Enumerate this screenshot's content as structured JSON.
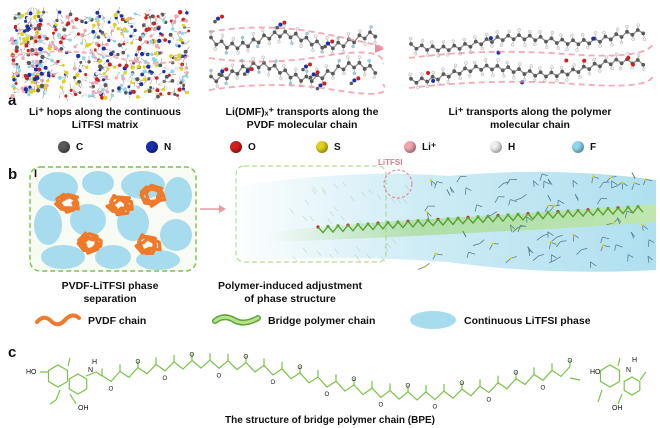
{
  "panels": {
    "a": "a",
    "b": "b",
    "c": "c"
  },
  "panel_a": {
    "captions": [
      [
        "Li⁺ hops along the continuous",
        "LiTFSI matrix"
      ],
      [
        "Li(DMF)ₓ⁺ transports along the",
        "PVDF molecular chain"
      ],
      [
        "Li⁺ transports along the polymer",
        "molecular chain"
      ]
    ],
    "legend": [
      {
        "label": "C",
        "color": "#5a5a5a"
      },
      {
        "label": "N",
        "color": "#1a2fb0"
      },
      {
        "label": "O",
        "color": "#d41e1e"
      },
      {
        "label": "S",
        "color": "#e3d21a"
      },
      {
        "label": "Li⁺",
        "color": "#f2a6b0"
      },
      {
        "label": "H",
        "color": "#eeeeee"
      },
      {
        "label": "F",
        "color": "#8fd8ea"
      }
    ]
  },
  "panel_b": {
    "inset_label": "I",
    "litfsi_label": "LiTFSI",
    "captions": [
      [
        "PVDF-LiTFSI phase",
        "separation"
      ],
      [
        "Polymer-induced adjustment",
        "of phase structure"
      ]
    ],
    "legend": {
      "pvdf": "PVDF chain",
      "bridge": "Bridge polymer chain",
      "litfsi": "Continuous LiTFSI phase"
    },
    "colors": {
      "pvdf": "#f07a2a",
      "bridge": "#7cc24a",
      "litfsi": "#a6dced",
      "dashed_border": "#7cc24a"
    }
  },
  "panel_c": {
    "caption": "The structure of bridge polymer chain (BPE)",
    "atom_labels": {
      "ho1": "HO",
      "oh1": "OH",
      "n1": "N",
      "h1": "H",
      "ho2": "HO",
      "oh2": "OH",
      "n2": "N",
      "h2": "H",
      "o": "O"
    },
    "chain_color": "#7cc24a"
  }
}
